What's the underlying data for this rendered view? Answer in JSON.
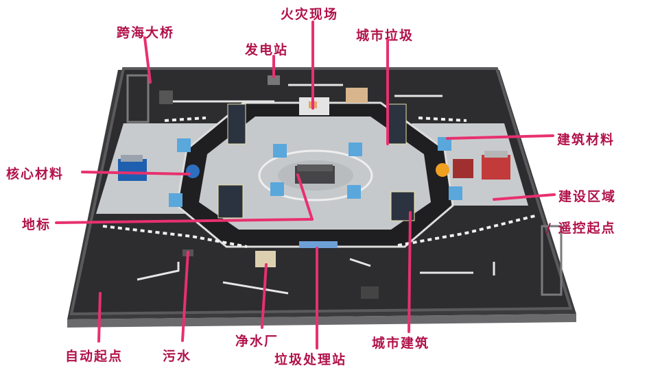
{
  "labels": {
    "fire_site": "火灾现场",
    "sea_bridge": "跨海大桥",
    "city_garbage": "城市垃圾",
    "power_station": "发电站",
    "building_materials": "建筑材料",
    "core_materials": "核心材料",
    "construction_zone": "建设区域",
    "remote_start": "/ 遥控起点",
    "landmark": "地标",
    "auto_start": "自动起点",
    "sewage": "污水",
    "water_plant": "净水厂",
    "garbage_station": "垃圾处理站",
    "city_buildings": "城市建筑"
  },
  "colors": {
    "accent": "#e8306e",
    "label_text": "#b1124a",
    "arena_dark": "#2f2f31",
    "arena_frame": "#5a5a5c",
    "floor_light": "#c9ccce",
    "cube_blue": "#5aa7dc"
  },
  "icons": {
    "robot": "robot-icon",
    "ball": "ball-icon"
  }
}
